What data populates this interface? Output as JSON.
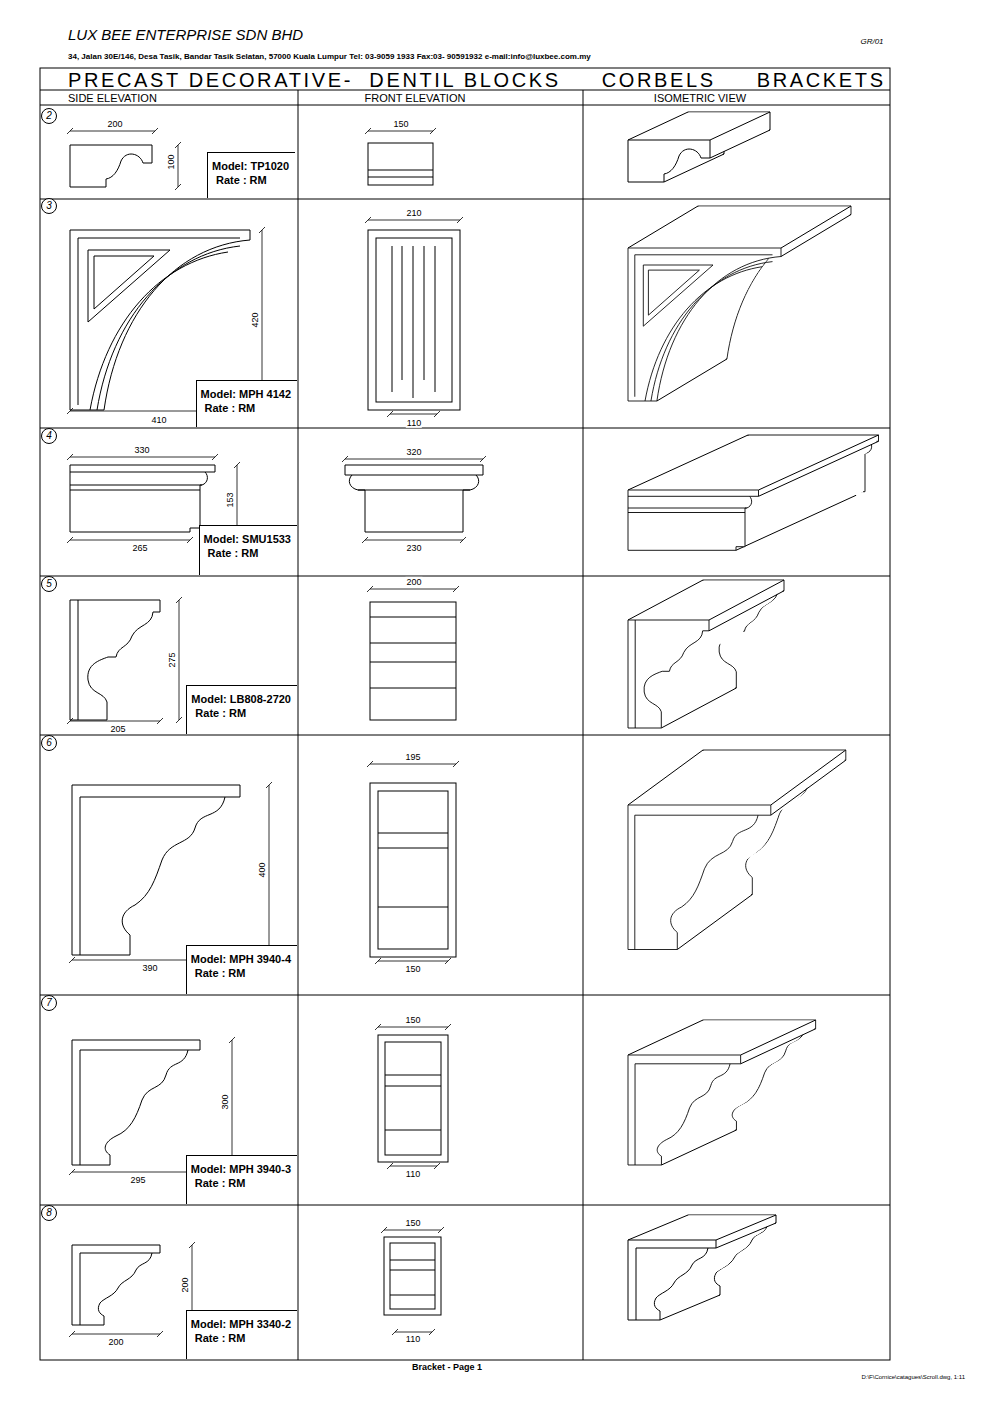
{
  "diagram": {
    "title": "PRECAST DECORATIVE-  DENTIL BLOCKS     CORBELS     BRACKETS",
    "nodes": [
      {
        "text": [
          "2"
        ]
      },
      {
        "text": [
          "Model: TP1020",
          "Rate : RM"
        ]
      },
      {
        "text": [
          "3"
        ]
      },
      {
        "text": [
          "Model: MPH 4142",
          "Rate : RM"
        ]
      },
      {
        "text": [
          "4"
        ]
      },
      {
        "text": [
          "Model: SMU1533",
          "Rate : RM"
        ]
      },
      {
        "text": [
          "5"
        ]
      },
      {
        "text": [
          "Model: LB808-2720",
          "Rate : RM"
        ]
      },
      {
        "text": [
          "6"
        ]
      },
      {
        "text": [
          "Model: MPH 3940-4",
          "Rate : RM"
        ]
      },
      {
        "text": [
          "7"
        ]
      },
      {
        "text": [
          "Model: MPH 3940-3",
          "Rate : RM"
        ]
      },
      {
        "text": [
          "8"
        ]
      },
      {
        "text": [
          "Model: MPH 3340-2",
          "Rate : RM"
        ]
      }
    ],
    "labels": [
      "LUX BEE ENTERPRISE SDN BHD",
      "GR/01",
      "34, Jalan 30E/146, Desa Tasik, Bandar Tasik Selatan, 57000 Kuala Lumpur Tel: 03-9059 1933 Fax:03- 90591932 e-mail:info@luxbee.com.my",
      "SIDE ELEVATION",
      "FRONT ELEVATION",
      "ISOMETRIC VIEW",
      "200",
      "100",
      "150",
      "420",
      "410",
      "210",
      "110",
      "330",
      "153",
      "265",
      "320",
      "230",
      "275",
      "205",
      "200",
      "400",
      "390",
      "195",
      "150",
      "300",
      "295",
      "150",
      "110",
      "200",
      "200",
      "150",
      "110",
      "Bracket - Page 1",
      "D:\\F\\Cornice\\catagues\\Scroll.dwg, 1:11"
    ]
  }
}
